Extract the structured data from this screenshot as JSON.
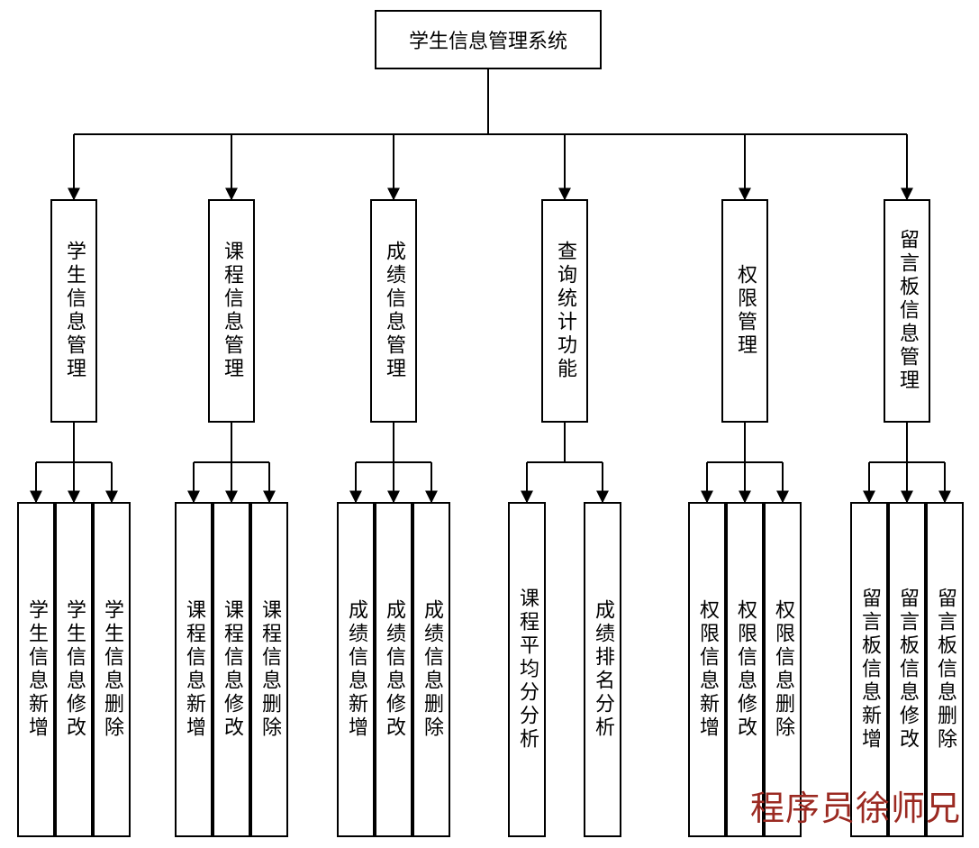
{
  "root": "学生信息管理系统",
  "modules": [
    {
      "name": "学生信息管理",
      "children": [
        "学生信息新增",
        "学生信息修改",
        "学生信息删除"
      ]
    },
    {
      "name": "课程信息管理",
      "children": [
        "课程信息新增",
        "课程信息修改",
        "课程信息删除"
      ]
    },
    {
      "name": "成绩信息管理",
      "children": [
        "成绩信息新增",
        "成绩信息修改",
        "成绩信息删除"
      ]
    },
    {
      "name": "查询统计功能",
      "children": [
        "课程平均分分析",
        "成绩排名分析"
      ]
    },
    {
      "name": "权限管理",
      "children": [
        "权限信息新增",
        "权限信息修改",
        "权限信息删除"
      ]
    },
    {
      "name": "留言板信息管理",
      "children": [
        "留言板信息新增",
        "留言板信息修改",
        "留言板信息删除"
      ]
    }
  ],
  "watermark": "程序员徐师兄"
}
